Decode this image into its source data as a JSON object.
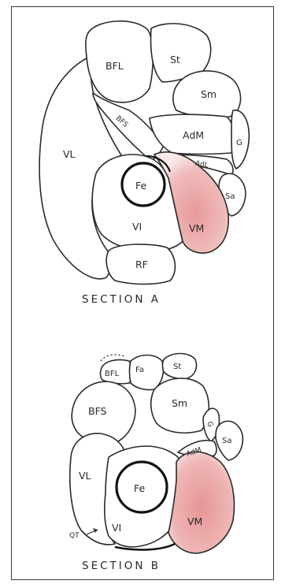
{
  "colors": {
    "highlight": "#e9a6a6",
    "outline": "#2a2a2a"
  },
  "section_a": {
    "caption": "SECTION A",
    "labels": {
      "bfl": "BFL",
      "st": "St",
      "sm": "Sm",
      "vl": "VL",
      "bfs": "BFS",
      "adm": "AdM",
      "g": "G",
      "adl": "AdL",
      "fe": "Fe",
      "sa": "Sa",
      "vi": "VI",
      "vm": "VM",
      "rf": "RF"
    }
  },
  "section_b": {
    "caption": "SECTION B",
    "labels": {
      "bfl": "BFL",
      "fa": "Fa",
      "st": "St",
      "sm": "Sm",
      "bfs": "BFS",
      "g": "G",
      "adm": "AdM",
      "sa": "Sa",
      "vl": "VL",
      "fe": "Fe",
      "vi": "VI",
      "vm": "VM",
      "qt": "QT"
    }
  }
}
